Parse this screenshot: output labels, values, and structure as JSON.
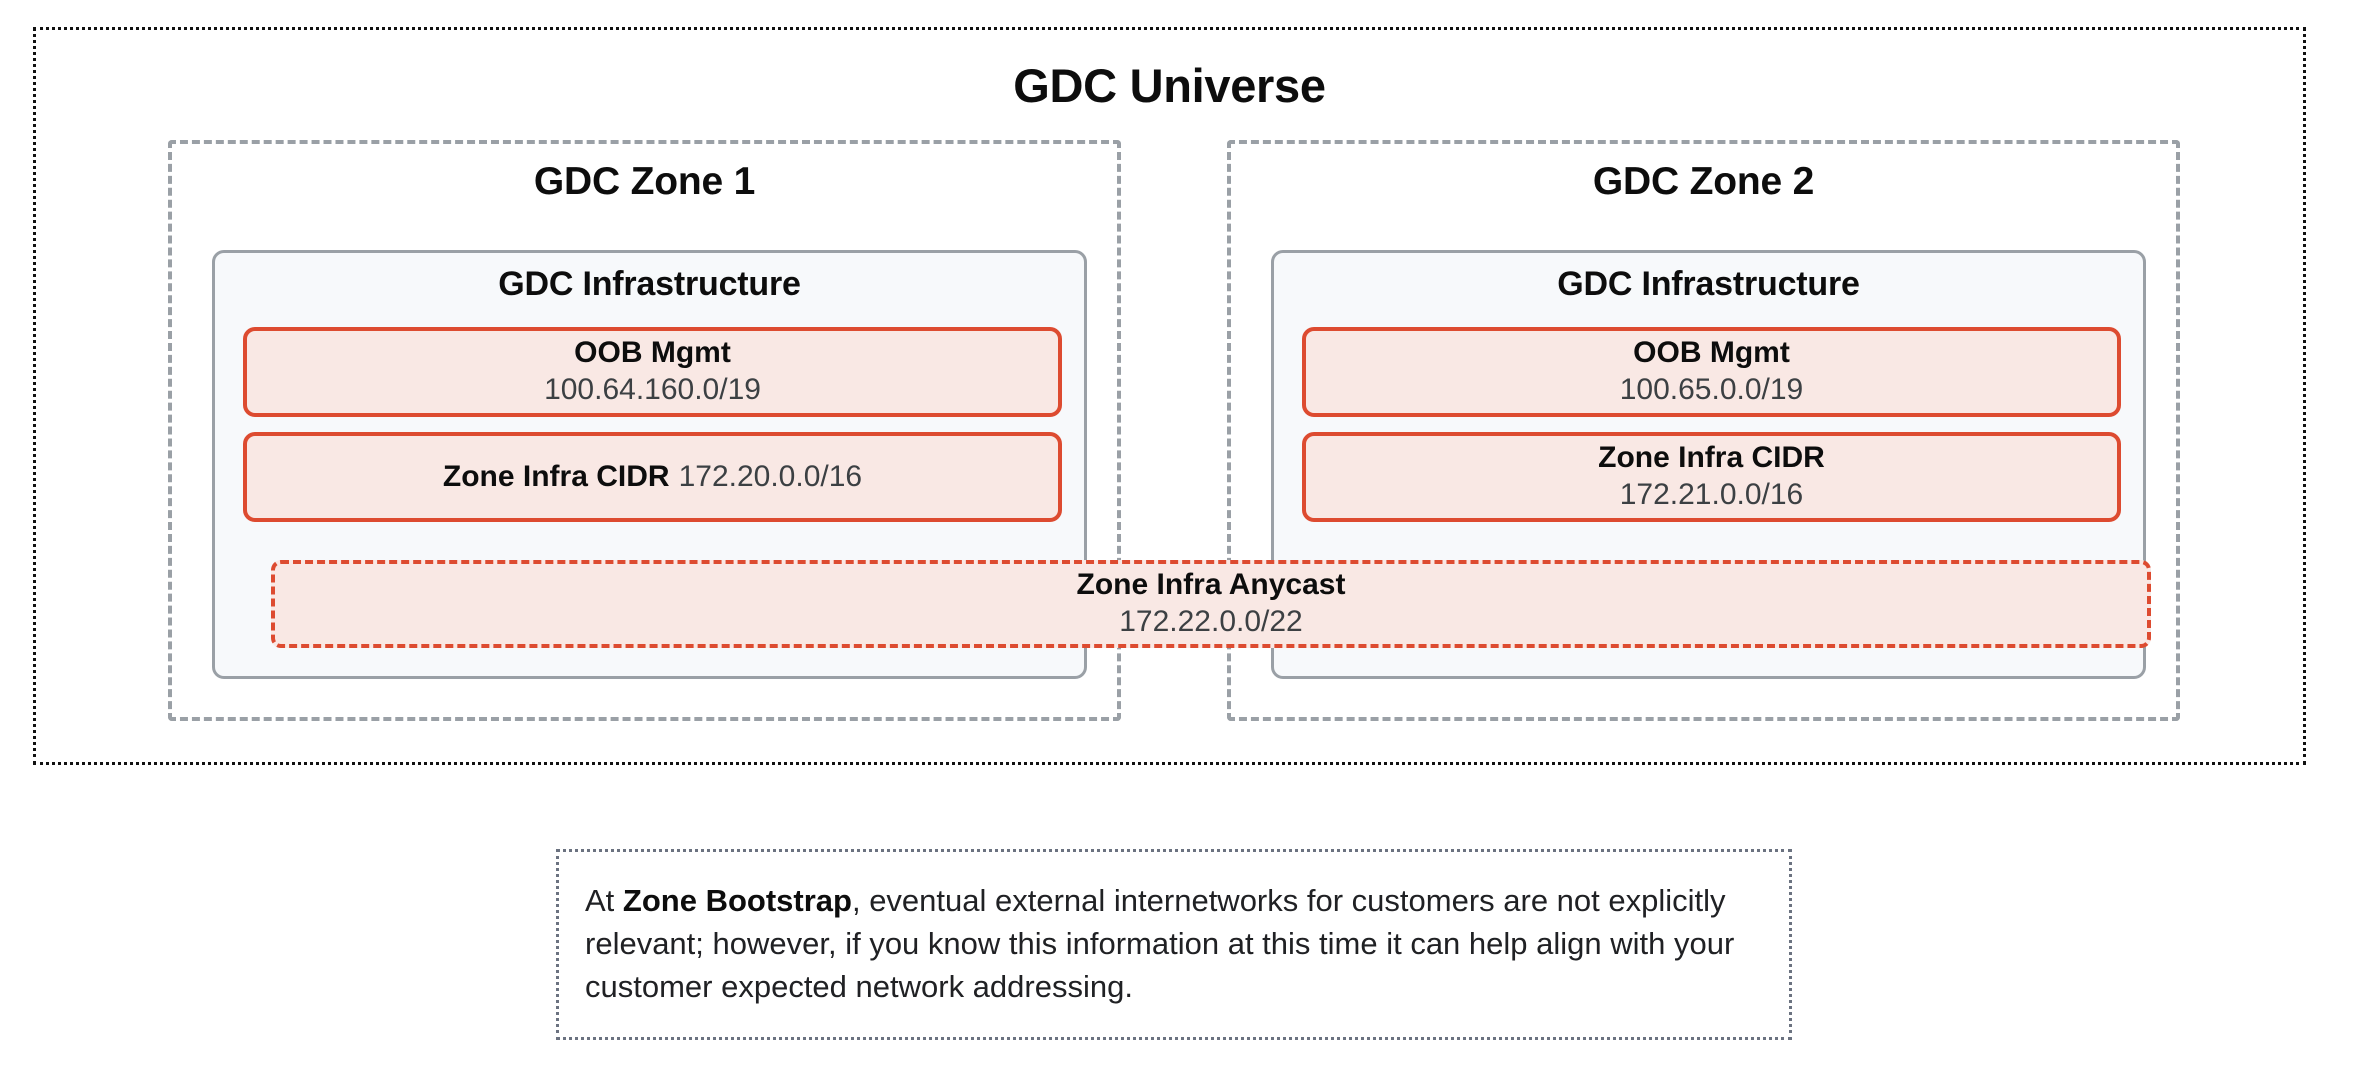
{
  "universe": {
    "title": "GDC Universe",
    "zones": [
      {
        "title": "GDC Zone 1",
        "infrastructure": {
          "title": "GDC Infrastructure",
          "blocks": [
            {
              "label": "OOB Mgmt",
              "value": "100.64.160.0/19",
              "layout": "stacked"
            },
            {
              "label": "Zone Infra CIDR",
              "value": "172.20.0.0/16",
              "layout": "inline"
            }
          ]
        }
      },
      {
        "title": "GDC Zone 2",
        "infrastructure": {
          "title": "GDC Infrastructure",
          "blocks": [
            {
              "label": "OOB Mgmt",
              "value": "100.65.0.0/19",
              "layout": "stacked"
            },
            {
              "label": "Zone Infra CIDR",
              "value": "172.21.0.0/16",
              "layout": "stacked"
            }
          ]
        }
      }
    ],
    "anycast": {
      "label": "Zone Infra Anycast",
      "value": "172.22.0.0/22"
    }
  },
  "note": {
    "prefix": "At ",
    "emphasis": "Zone Bootstrap",
    "body": ", eventual external internetworks for customers are not explicitly relevant; however, if you know this information at this time it can help align with your customer expected network addressing."
  },
  "colors": {
    "cidr_border": "#dd4b30",
    "cidr_fill": "#f9e8e4",
    "infra_fill": "#f7f9fb",
    "infra_border": "#9aa0a6",
    "zone_border": "#9aa0a6",
    "universe_border": "#111111",
    "note_border": "#6b7280",
    "text": "#0d0d0d"
  }
}
